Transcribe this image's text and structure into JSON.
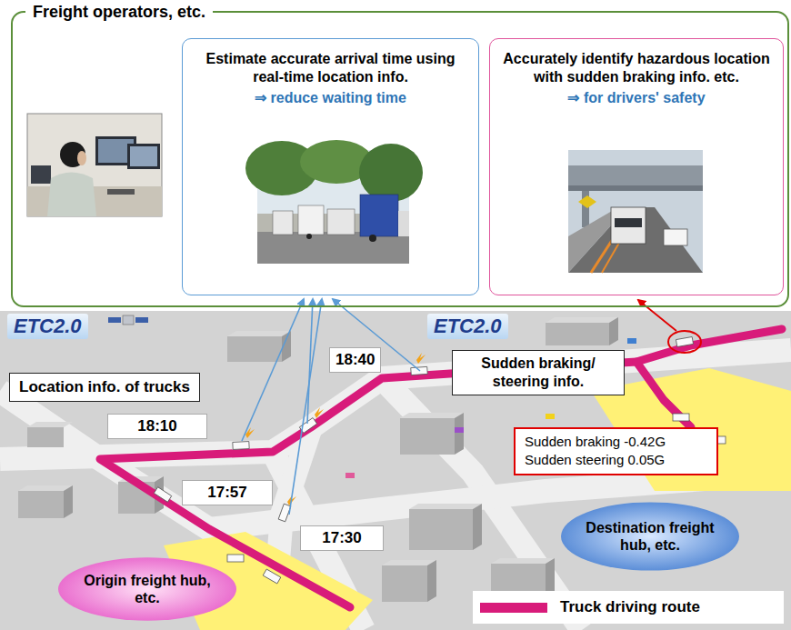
{
  "diagram": {
    "nodes": [
      {
        "text": [
          "Freight operators, etc."
        ]
      },
      {
        "text": [
          "Estimate accurate arrival time using real-time location info.",
          "⇒ reduce waiting time"
        ],
        "in": 0
      },
      {
        "text": [
          "Accurately identify hazardous location with sudden braking info. etc.",
          "⇒ for drivers' safety"
        ],
        "in": 0
      },
      {
        "text": [
          "Location info. of trucks"
        ]
      },
      {
        "text": [
          "18:40"
        ]
      },
      {
        "text": [
          "Sudden braking/ steering info."
        ]
      },
      {
        "text": [
          "18:10"
        ]
      },
      {
        "text": [
          "Sudden braking -0.42G",
          "Sudden steering 0.05G"
        ]
      },
      {
        "text": [
          "17:57"
        ]
      },
      {
        "text": [
          "17:30"
        ]
      },
      {
        "text": [
          "Destination freight hub, etc."
        ]
      },
      {
        "text": [
          "Origin freight hub, etc."
        ]
      }
    ],
    "labels": [
      "ETC2.0",
      "ETC2.0"
    ],
    "legend": [
      {
        "text": "Truck driving route",
        "color": "#d81b7a"
      }
    ]
  }
}
